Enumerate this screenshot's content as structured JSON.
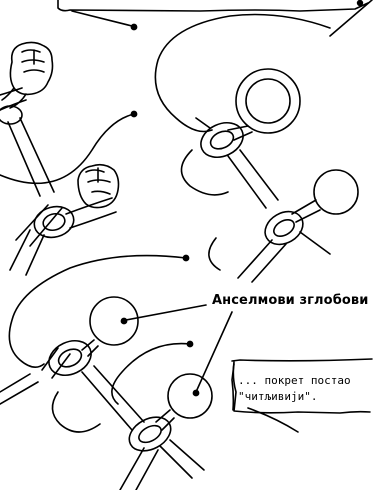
{
  "labels": {
    "joints": "Анселмови зглобови",
    "caption_line1": "... покрет постао",
    "caption_line2": "\"читљивији\"."
  },
  "colors": {
    "ink": "#000000",
    "paper": "#ffffff"
  },
  "icons": [
    "fist-icon",
    "hand-icon"
  ]
}
